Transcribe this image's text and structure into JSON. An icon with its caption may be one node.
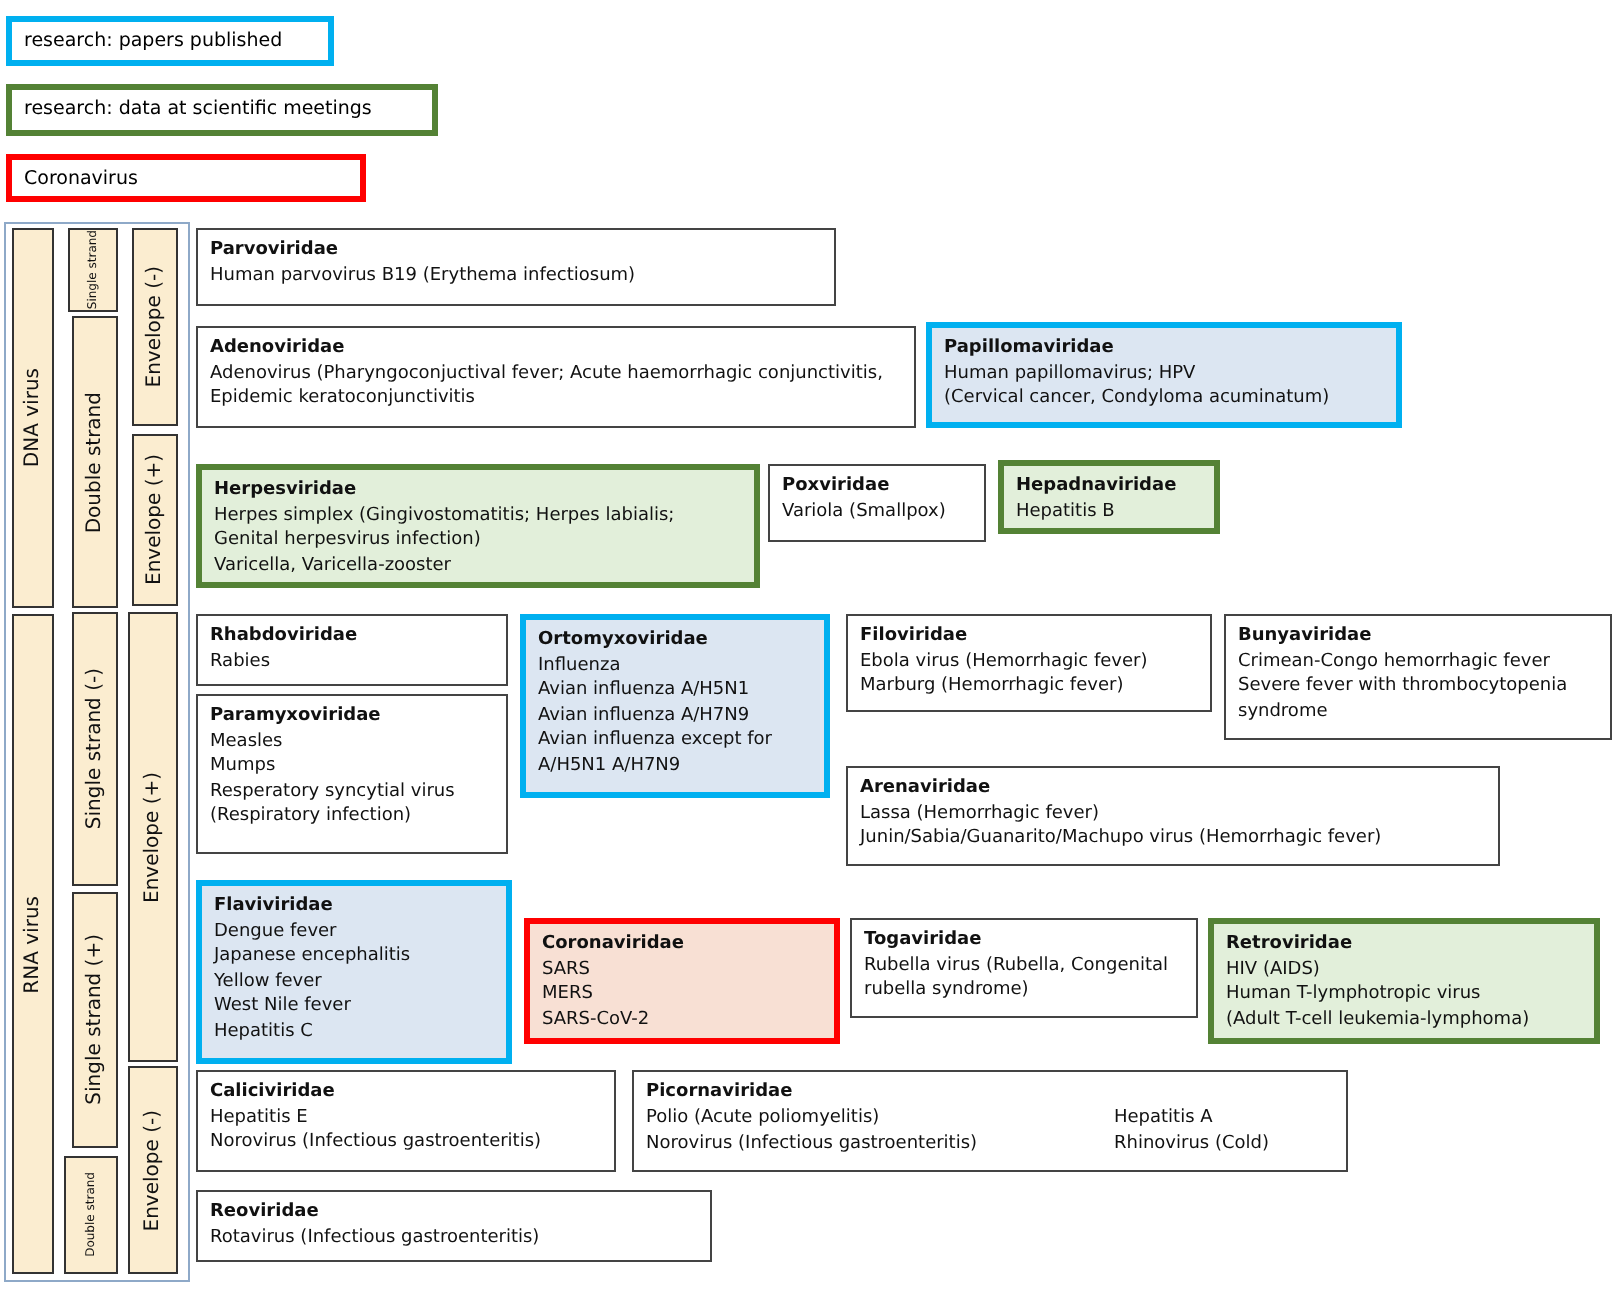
{
  "diagram": {
    "nodes": [
      {
        "text": [
          "DNA virus"
        ]
      },
      {
        "text": [
          "Single strand"
        ]
      },
      {
        "text": [
          "Double strand"
        ]
      },
      {
        "text": [
          "Envelope (-)"
        ]
      },
      {
        "text": [
          "Envelope (+)"
        ]
      },
      {
        "text": [
          "RNA virus"
        ]
      },
      {
        "text": [
          "Single strand (-)"
        ]
      },
      {
        "text": [
          "Single strand (+)"
        ]
      },
      {
        "text": [
          "Double strand"
        ]
      },
      {
        "text": [
          "Envelope (+)"
        ]
      },
      {
        "text": [
          "Envelope (-)"
        ]
      },
      {
        "text": [
          "Parvoviridae",
          "Human parvovirus B19 (Erythema infectiosum)"
        ]
      },
      {
        "text": [
          "Adenoviridae",
          "Adenovirus (Pharyngoconjuctival fever; Acute haemorrhagic conjunctivitis, Epidemic keratoconjunctivitis"
        ]
      },
      {
        "text": [
          "Papillomaviridae",
          "Human papillomavirus; HPV",
          "(Cervical cancer, Condyloma acuminatum)"
        ]
      },
      {
        "text": [
          "Herpesviridae",
          "Herpes simplex (Gingivostomatitis; Herpes labialis; Genital herpesvirus infection)",
          "Varicella, Varicella-zooster"
        ]
      },
      {
        "text": [
          "Poxviridae",
          "Variola (Smallpox)"
        ]
      },
      {
        "text": [
          "Hepadnaviridae",
          "Hepatitis B"
        ]
      },
      {
        "text": [
          "Rhabdoviridae",
          "Rabies"
        ]
      },
      {
        "text": [
          "Ortomyxoviridae",
          "Influenza",
          "Avian influenza A/H5N1",
          "Avian influenza A/H7N9",
          "Avian influenza except for A/H5N1 A/H7N9"
        ]
      },
      {
        "text": [
          "Filoviridae",
          "Ebola virus (Hemorrhagic fever)",
          "Marburg (Hemorrhagic fever)"
        ]
      },
      {
        "text": [
          "Bunyaviridae",
          "Crimean-Congo hemorrhagic fever",
          "Severe fever with thrombocytopenia syndrome"
        ]
      },
      {
        "text": [
          "Paramyxoviridae",
          "Measles",
          "Mumps",
          "Resperatory syncytial virus (Respiratory infection)"
        ]
      },
      {
        "text": [
          "Arenaviridae",
          "Lassa (Hemorrhagic fever)",
          "Junin/Sabia/Guanarito/Machupo virus (Hemorrhagic fever)"
        ]
      },
      {
        "text": [
          "Flaviviridae",
          "Dengue fever",
          "Japanese encephalitis",
          "Yellow fever",
          "West Nile fever",
          "Hepatitis C"
        ]
      },
      {
        "text": [
          "Coronaviridae",
          "SARS",
          "MERS",
          "SARS-CoV-2"
        ]
      },
      {
        "text": [
          "Togaviridae",
          "Rubella virus (Rubella, Congenital rubella syndrome)"
        ]
      },
      {
        "text": [
          "Retroviridae",
          "HIV (AIDS)",
          "Human T-lymphotropic virus",
          "(Adult T-cell leukemia-lymphoma)"
        ]
      },
      {
        "text": [
          "Caliciviridae",
          "Hepatitis E",
          "Norovirus (Infectious gastroenteritis)"
        ]
      },
      {
        "text": [
          "Picornaviridae",
          "Polio (Acute poliomyelitis)",
          "Norovirus (Infectious gastroenteritis)",
          "Hepatitis A",
          "Rhinovirus (Cold)"
        ]
      },
      {
        "text": [
          "Reoviridae",
          "Rotavirus (Infectious gastroenteritis)"
        ]
      }
    ],
    "legend": [
      {
        "text": "research: papers published",
        "color": "#00b0f0"
      },
      {
        "text": "research: data at scientific meetings",
        "color": "#548235"
      },
      {
        "text": "Coronavirus",
        "color": "#ff0000"
      }
    ]
  }
}
